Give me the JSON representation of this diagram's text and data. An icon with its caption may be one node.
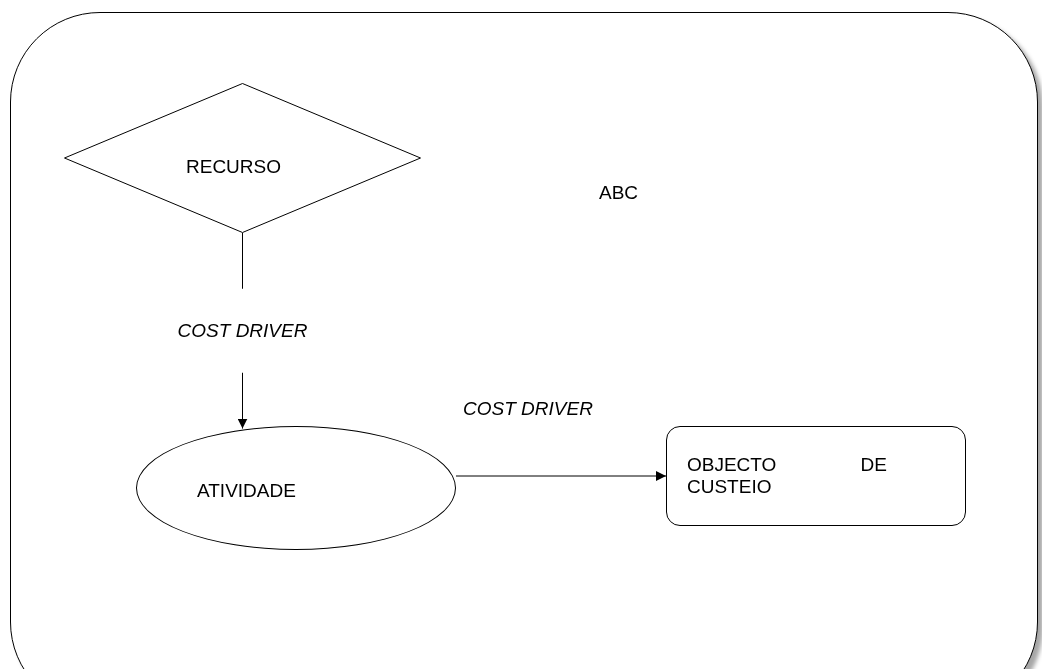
{
  "diagram": {
    "nodes": [
      {
        "text": [
          "ABC"
        ]
      },
      {
        "text": [
          "RECURSO"
        ],
        "in": 0
      },
      {
        "text": [
          "ATIVIDADE"
        ],
        "in": 0
      },
      {
        "text": [
          "OBJECTO DE CUSTEIO"
        ],
        "in": 0
      }
    ],
    "edges": [
      {
        "from": 1,
        "to": 2,
        "arrow": "to",
        "label": "COST DRIVER"
      },
      {
        "from": 2,
        "to": 3,
        "arrow": "to",
        "label": "COST DRIVER"
      }
    ]
  }
}
